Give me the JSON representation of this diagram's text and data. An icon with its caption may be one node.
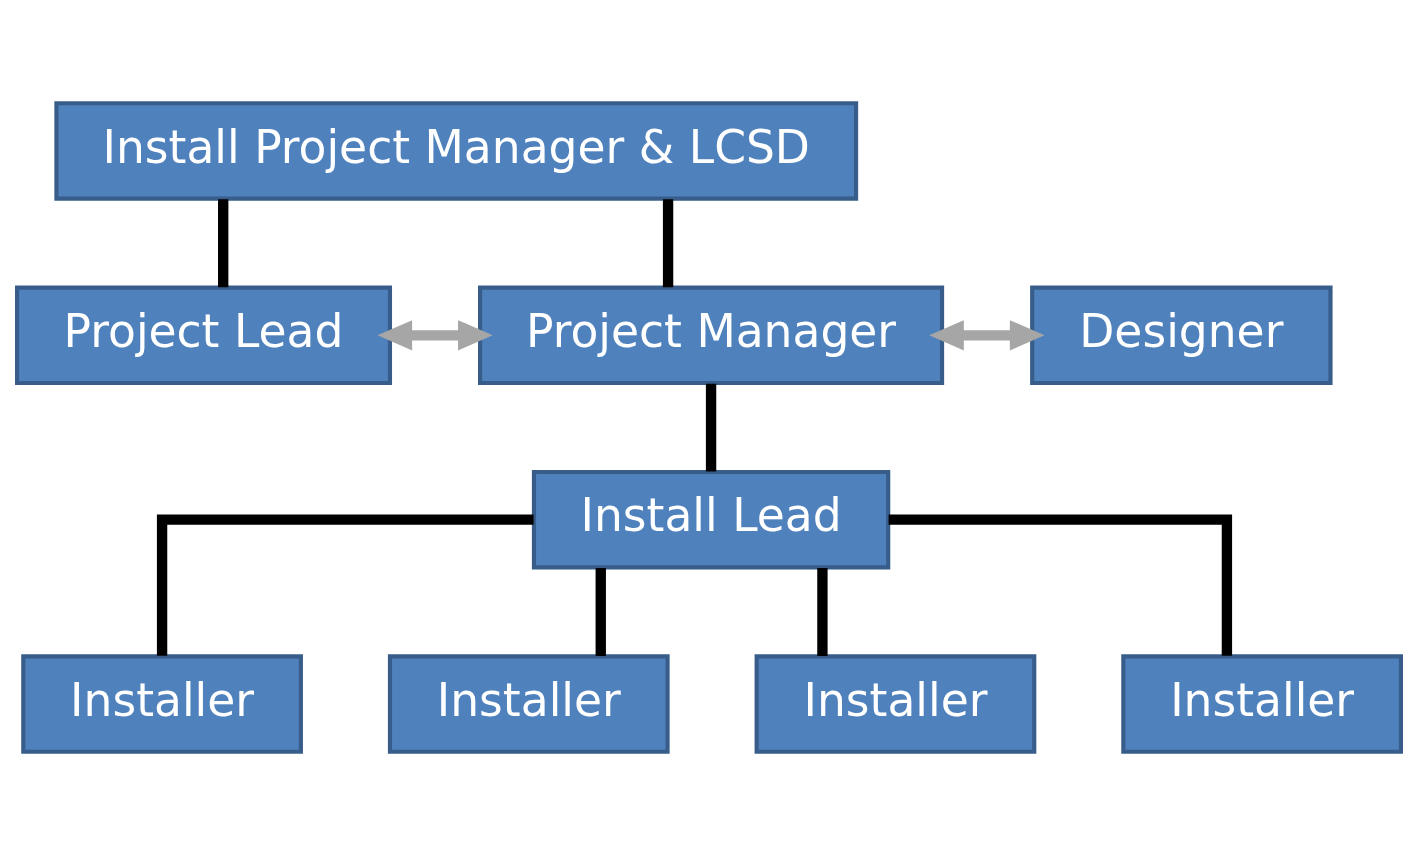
{
  "diagram": {
    "nodes": [
      {
        "text": [
          "Install Project Manager & LCSD"
        ]
      },
      {
        "text": [
          "Project Lead"
        ]
      },
      {
        "text": [
          "Project Manager"
        ]
      },
      {
        "text": [
          "Designer"
        ]
      },
      {
        "text": [
          "Install Lead"
        ]
      },
      {
        "text": [
          "Installer"
        ]
      },
      {
        "text": [
          "Installer"
        ]
      },
      {
        "text": [
          "Installer"
        ]
      },
      {
        "text": [
          "Installer"
        ]
      }
    ],
    "edges": [
      {
        "from": 0,
        "to": 1,
        "arrow": "none"
      },
      {
        "from": 0,
        "to": 2,
        "arrow": "none"
      },
      {
        "from": 1,
        "to": 2,
        "arrow": "both",
        "color": "#a6a6a6"
      },
      {
        "from": 2,
        "to": 3,
        "arrow": "both",
        "color": "#a6a6a6"
      },
      {
        "from": 2,
        "to": 4,
        "arrow": "none"
      },
      {
        "from": 4,
        "to": 5,
        "arrow": "none"
      },
      {
        "from": 4,
        "to": 6,
        "arrow": "none"
      },
      {
        "from": 4,
        "to": 7,
        "arrow": "none"
      },
      {
        "from": 4,
        "to": 8,
        "arrow": "none"
      }
    ]
  }
}
